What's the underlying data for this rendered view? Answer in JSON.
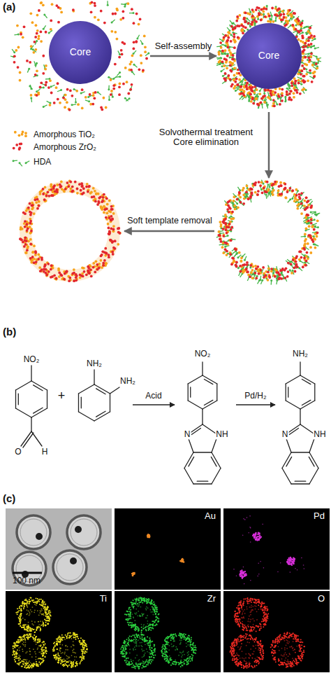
{
  "diagram": {
    "nodes": [
      {
        "text": [
          "Core"
        ]
      },
      {
        "text": [
          "Core"
        ]
      },
      {
        "text": [
          "100 nm"
        ]
      },
      {
        "text": [
          "Au"
        ]
      },
      {
        "text": [
          "Pd"
        ]
      },
      {
        "text": [
          "Ti"
        ]
      },
      {
        "text": [
          "Zr"
        ]
      },
      {
        "text": [
          "O"
        ]
      }
    ],
    "edges": [
      {
        "from": 0,
        "to": 1,
        "arrow": "to",
        "label": "Self-assembly"
      }
    ],
    "labels": [
      "(a)",
      "Solvothermal treatment Core elimination",
      "Soft template removal",
      "(b)",
      "NO₂",
      "O",
      "H",
      "+",
      "NH₂",
      "NH₂",
      "Acid",
      "NO₂",
      "N",
      "NH",
      "Pd/H₂",
      "NH₂",
      "N",
      "NH",
      "(c)"
    ],
    "legend": [
      {
        "text": "Amorphous TiO₂",
        "color": "#f7a21b"
      },
      {
        "text": "Amorphous ZrO₂",
        "color": "#e3262d"
      },
      {
        "text": "HDA"
      }
    ]
  }
}
